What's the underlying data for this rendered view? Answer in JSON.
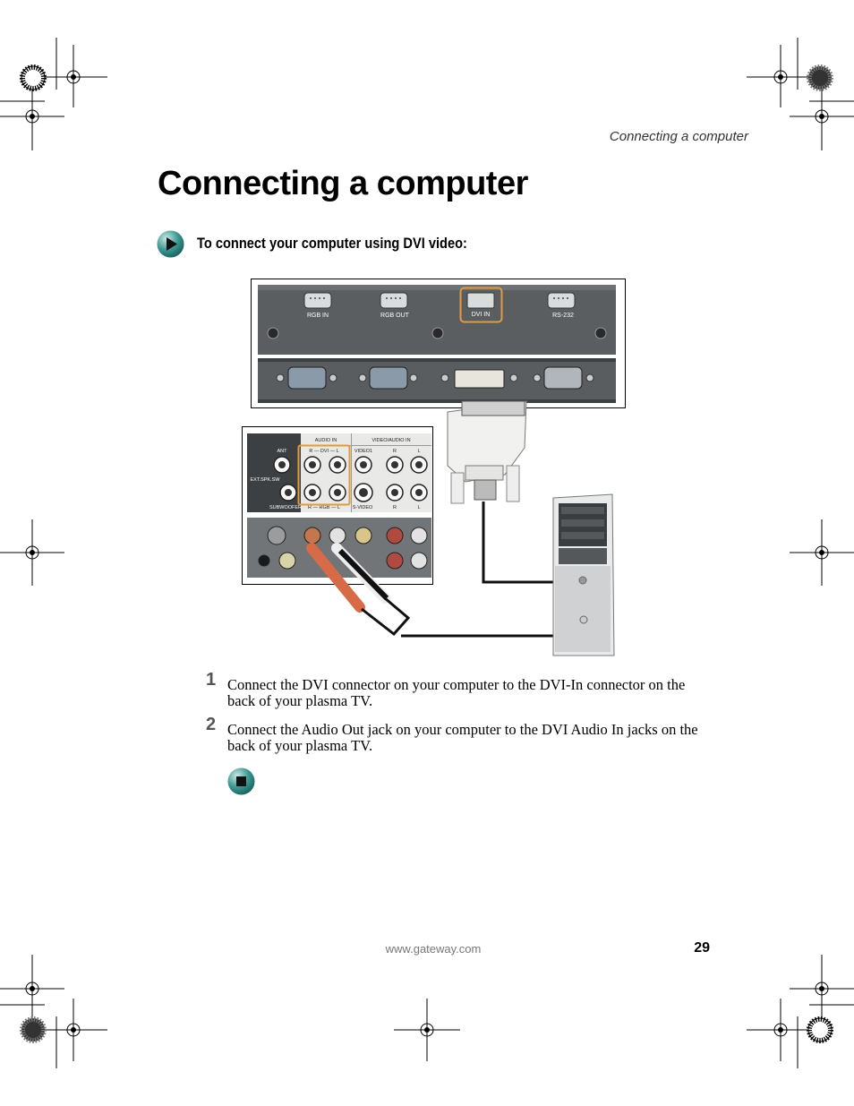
{
  "header": {
    "running_head": "Connecting a computer"
  },
  "title": "Connecting a computer",
  "procedure": {
    "heading": "To connect your computer using DVI video:"
  },
  "figure": {
    "top_panel_labels": [
      "RGB IN",
      "RGB OUT",
      "DVI IN",
      "RS-232"
    ],
    "audio_panel": {
      "audio_in": "AUDIO IN",
      "video_audio_in": "VIDEO/AUDIO IN",
      "ant": "ANT",
      "dvi": "R — DVI — L",
      "video1": "VIDEO1",
      "r": "R",
      "l": "L",
      "ext_spk": "EXT.SPK.SW",
      "subwoofer": "SUBWOOFER",
      "rgb": "R — RGB — L",
      "svideo": "S-VIDEO",
      "r2": "R",
      "l2": "L"
    }
  },
  "steps": [
    {
      "number": "1",
      "text": "Connect the DVI connector on your computer to the DVI-In connector on the back of your plasma TV."
    },
    {
      "number": "2",
      "text": "Connect the Audio Out jack on your computer to the DVI Audio In jacks on the back of your plasma TV."
    }
  ],
  "footer": {
    "url": "www.gateway.com",
    "page_number": "29"
  },
  "colors": {
    "icon_teal": "#1f7f7a",
    "highlight_orange": "#e39a3c",
    "panel_dark": "#55585a"
  }
}
